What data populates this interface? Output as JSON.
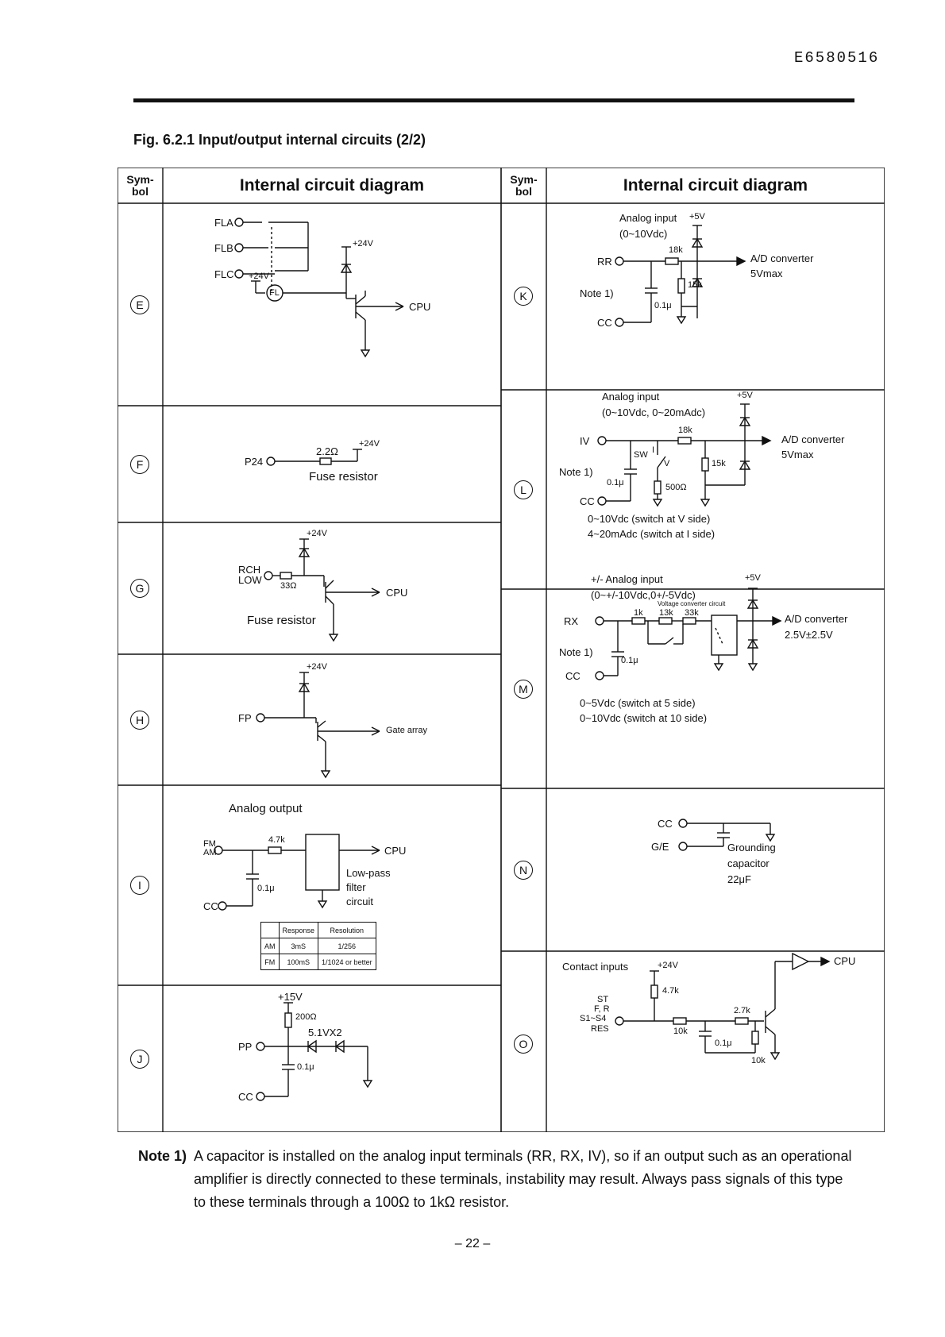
{
  "doc_id": "E6580516",
  "figure_title": "Fig. 6.2.1  Input/output internal circuits (2/2)",
  "header": {
    "symbol_col": "Sym-\nbol",
    "diagram_col": "Internal circuit diagram"
  },
  "sections": {
    "E": {
      "symbol": "E",
      "labels": [
        "FLA",
        "FLB",
        "FLC",
        "+24V",
        "+24V",
        "FL",
        "CPU"
      ]
    },
    "F": {
      "symbol": "F",
      "labels": [
        "P24",
        "2.2Ω",
        "+24V",
        "Fuse resistor"
      ]
    },
    "G": {
      "symbol": "G",
      "labels": [
        "+24V",
        "RCH",
        "LOW",
        "33Ω",
        "CPU",
        "Fuse resistor"
      ]
    },
    "H": {
      "symbol": "H",
      "labels": [
        "+24V",
        "FP",
        "Gate array"
      ]
    },
    "I": {
      "symbol": "I",
      "labels": [
        "Analog output",
        "FM",
        "AM",
        "4.7k",
        "CPU",
        "Low-pass",
        "filter",
        "circuit",
        "0.1μ",
        "CC"
      ],
      "table": {
        "headers": [
          "",
          "Response",
          "Resolution"
        ],
        "rows": [
          [
            "AM",
            "3mS",
            "1/256"
          ],
          [
            "FM",
            "100mS",
            "1/1024 or better"
          ]
        ]
      }
    },
    "J": {
      "symbol": "J",
      "labels": [
        "+15V",
        "200Ω",
        "5.1VX2",
        "PP",
        "0.1μ",
        "CC"
      ]
    },
    "K": {
      "symbol": "K",
      "labels": [
        "Analog input",
        "(0~10Vdc)",
        "+5V",
        "18k",
        "RR",
        "A/D converter",
        "5Vmax",
        "15k",
        "Note 1)",
        "0.1μ",
        "CC"
      ]
    },
    "L": {
      "symbol": "L",
      "labels": [
        "Analog input",
        "(0~10Vdc, 0~20mAdc)",
        "+5V",
        "18k",
        "IV",
        "A/D converter",
        "5Vmax",
        "SW",
        "I",
        "V",
        "15k",
        "Note 1)",
        "0.1μ",
        "500Ω",
        "CC",
        "0~10Vdc (switch at V side)",
        "4~20mAdc (switch at I side)"
      ]
    },
    "M": {
      "symbol": "M",
      "labels": [
        "+/- Analog input",
        "(0~+/-10Vdc,0+/-5Vdc)",
        "+5V",
        "Voltage converter circuit",
        "1k",
        "13k",
        "33k",
        "RX",
        "A/D converter",
        "2.5V±2.5V",
        "Note 1)",
        "0.1μ",
        "CC",
        "0~5Vdc (switch at 5 side)",
        "0~10Vdc (switch at 10 side)"
      ]
    },
    "N": {
      "symbol": "N",
      "labels": [
        "CC",
        "G/E",
        "Grounding",
        "capacitor",
        "22μF"
      ]
    },
    "O": {
      "symbol": "O",
      "labels": [
        "Contact inputs",
        "+24V",
        "CPU",
        "4.7k",
        "ST",
        "F, R",
        "S1~S4",
        "RES",
        "2.7k",
        "10k",
        "0.1μ",
        "10k"
      ]
    }
  },
  "note": {
    "label": "Note 1)",
    "text": "A capacitor is installed on the analog input terminals (RR, RX, IV), so if an output such as an operational amplifier is directly connected to these terminals, instability may result. Always pass signals of this type to these terminals through a 100Ω to 1kΩ resistor."
  },
  "page_number": "– 22 –"
}
